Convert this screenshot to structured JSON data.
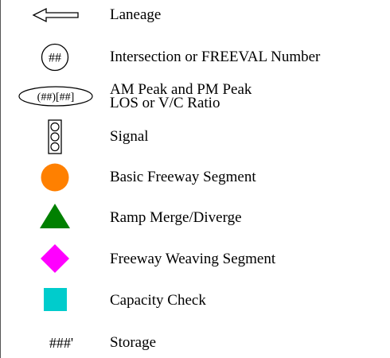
{
  "legend": {
    "items": [
      {
        "id": "laneage",
        "label": "Laneage",
        "icon": "arrow-left-outline-icon"
      },
      {
        "id": "intersection",
        "label": "Intersection or FREEVAL Number",
        "icon": "circle-number-icon",
        "symbol_text": "##"
      },
      {
        "id": "los",
        "label_line1": "AM Peak and PM Peak",
        "label_line2": "LOS or V/C Ratio",
        "icon": "ellipse-los-icon",
        "symbol_text": "(##)[##]"
      },
      {
        "id": "signal",
        "label": "Signal",
        "icon": "traffic-signal-icon"
      },
      {
        "id": "basic-freeway",
        "label": "Basic Freeway Segment",
        "icon": "orange-circle-icon",
        "color": "#FF8000"
      },
      {
        "id": "ramp",
        "label": "Ramp Merge/Diverge",
        "icon": "green-triangle-icon",
        "color": "#008000"
      },
      {
        "id": "weaving",
        "label": "Freeway Weaving Segment",
        "icon": "magenta-diamond-icon",
        "color": "#FF00FF"
      },
      {
        "id": "capacity",
        "label": "Capacity Check",
        "icon": "cyan-square-icon",
        "color": "#00CCCC"
      },
      {
        "id": "storage",
        "label": "Storage",
        "icon": "storage-text",
        "symbol_text": "###'"
      }
    ]
  }
}
